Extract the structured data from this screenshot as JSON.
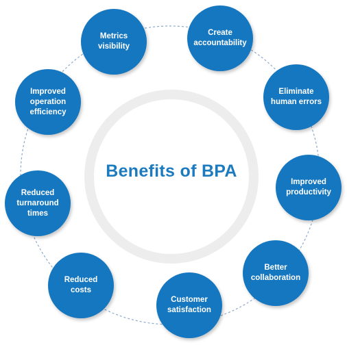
{
  "center": {
    "title": "Benefits of BPA"
  },
  "colors": {
    "node_fill": "#1577c0",
    "title_text": "#1c7bbf",
    "ring": "#ededed",
    "dashed_path": "#8ca9cc"
  },
  "benefits": [
    {
      "label": "Create\naccountability"
    },
    {
      "label": "Eliminate\nhuman errors"
    },
    {
      "label": "Improved\nproductivity"
    },
    {
      "label": "Better\ncollaboration"
    },
    {
      "label": "Customer\nsatisfaction"
    },
    {
      "label": "Reduced\ncosts"
    },
    {
      "label": "Reduced\nturnaround\ntimes"
    },
    {
      "label": "Improved\noperation\nefficiency"
    },
    {
      "label": "Metrics\nvisibility"
    }
  ]
}
